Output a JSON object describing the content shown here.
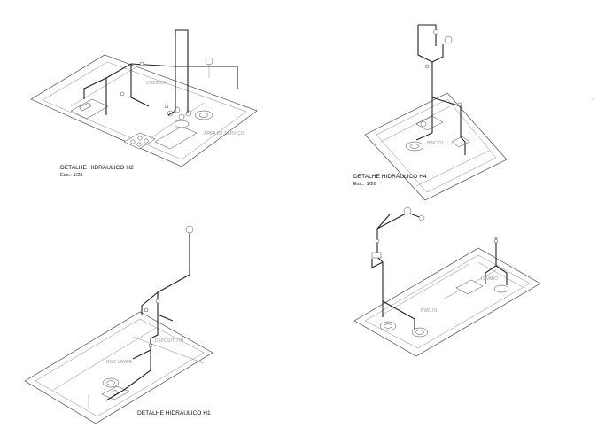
{
  "details": [
    {
      "id": "h2",
      "title": "DETALHE HIDRÁULICO H2",
      "scale": "Esc.: 1/25",
      "rooms": [
        "COZINHA",
        "ÁREA DE SERVIÇO"
      ]
    },
    {
      "id": "h4",
      "title": "DETALHE HIDRÁULICO H4",
      "scale": "Esc.: 1/26",
      "rooms": [
        "BWC 01"
      ]
    },
    {
      "id": "h1",
      "title": "DETALHE HIDRÁULICO H1",
      "scale": "",
      "rooms": [
        "DEPÓSITO 01",
        "BWC LAZER"
      ]
    },
    {
      "id": "h3",
      "title": "",
      "scale": "",
      "rooms": [
        "BWC 01",
        "LAVABO"
      ]
    }
  ]
}
